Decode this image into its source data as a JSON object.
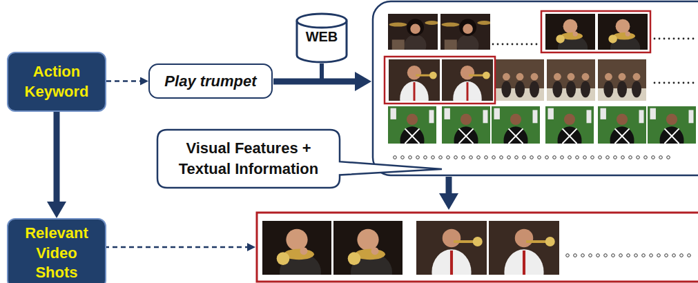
{
  "diagram": {
    "nodes": [
      {
        "text": [
          "Action Keyword"
        ]
      },
      {
        "text": [
          "Play trumpet"
        ]
      },
      {
        "text": [
          "WEB"
        ]
      },
      {
        "text": [
          "Visual Features + Textual Information"
        ]
      },
      {
        "text": [
          "Relevant Video Shots"
        ]
      }
    ],
    "edges": [
      {
        "from": 0,
        "to": 1,
        "arrow": "to"
      },
      {
        "from": 0,
        "to": 4,
        "arrow": "to"
      }
    ]
  }
}
